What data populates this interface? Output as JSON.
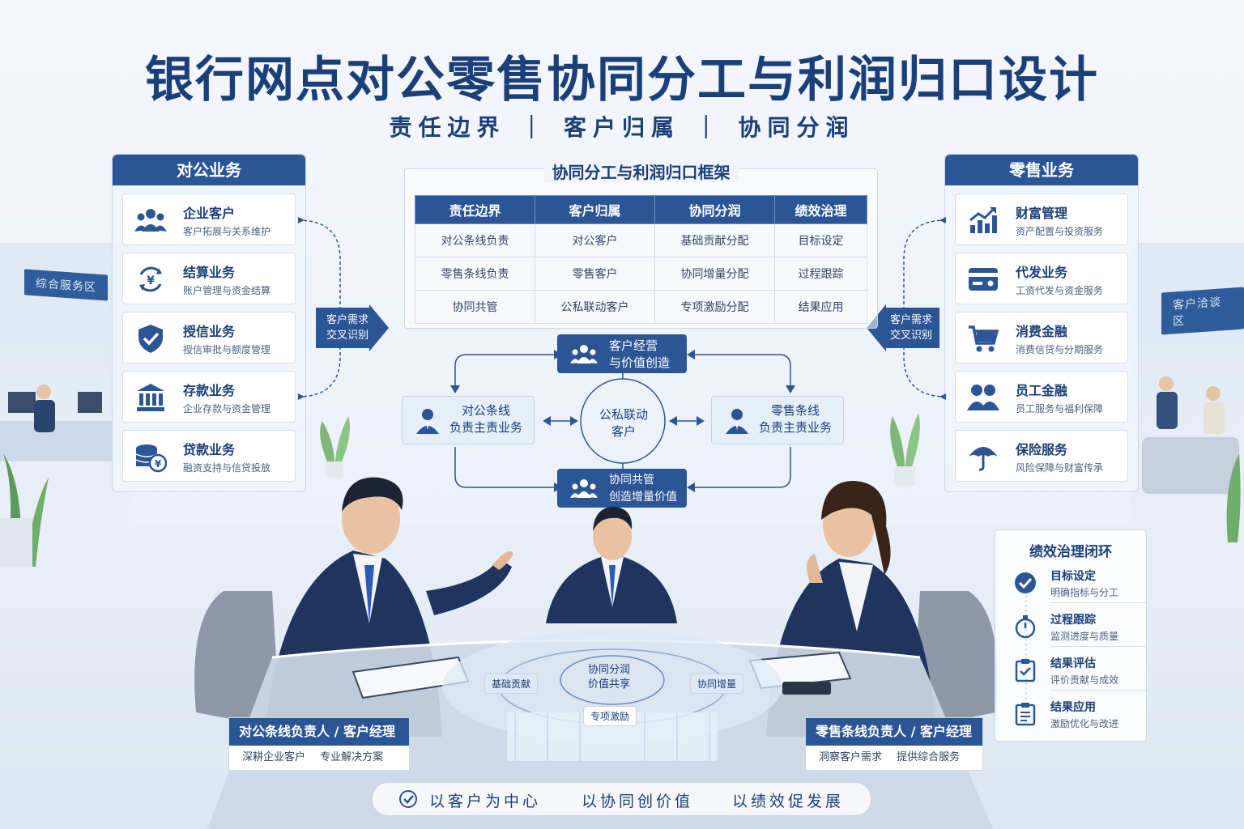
{
  "title": "银行网点对公零售协同分工与利润归口设计",
  "subtitle": "责任边界 ｜ 客户归属 ｜ 协同分润",
  "scene_signs": {
    "left": "综合服务区",
    "right": "客户洽谈区"
  },
  "corporate_panel": {
    "header": "对公业务",
    "items": [
      {
        "title": "企业客户",
        "desc": "客户拓展与关系维护",
        "icon": "people-group-icon"
      },
      {
        "title": "结算业务",
        "desc": "账户管理与资金结算",
        "icon": "settlement-cycle-icon"
      },
      {
        "title": "授信业务",
        "desc": "授信审批与额度管理",
        "icon": "shield-check-icon"
      },
      {
        "title": "存款业务",
        "desc": "企业存款与资金管理",
        "icon": "bank-building-icon"
      },
      {
        "title": "贷款业务",
        "desc": "融资支持与信贷投放",
        "icon": "coin-stack-icon"
      }
    ]
  },
  "retail_panel": {
    "header": "零售业务",
    "items": [
      {
        "title": "财富管理",
        "desc": "资产配置与投资服务",
        "icon": "growth-chart-icon"
      },
      {
        "title": "代发业务",
        "desc": "工资代发与资金服务",
        "icon": "card-icon"
      },
      {
        "title": "消费金融",
        "desc": "消费信贷与分期服务",
        "icon": "shopping-cart-icon"
      },
      {
        "title": "员工金融",
        "desc": "员工服务与福利保障",
        "icon": "two-people-icon"
      },
      {
        "title": "保险服务",
        "desc": "风险保障与财富传承",
        "icon": "umbrella-icon"
      }
    ]
  },
  "flow_arrows": {
    "left": "客户需求\n交叉识别",
    "right": "客户需求\n交叉识别"
  },
  "framework": {
    "title": "协同分工与利润归口框架",
    "headers": [
      "责任边界",
      "客户归属",
      "协同分润",
      "绩效治理"
    ],
    "rows": [
      [
        "对公条线负责",
        "对公客户",
        "基础贡献分配",
        "目标设定"
      ],
      [
        "零售条线负责",
        "零售客户",
        "协同增量分配",
        "过程跟踪"
      ],
      [
        "协同共管",
        "公私联动客户",
        "专项激励分配",
        "结果应用"
      ]
    ]
  },
  "center_flow": {
    "top": "客户经营\n与价值创造",
    "left": "对公条线\n负责主责业务",
    "center": "公私联动\n客户",
    "right": "零售条线\n负责主责业务",
    "bottom": "协同共管\n创造增量价值"
  },
  "hologram": {
    "center": "协同分润\n价值共享",
    "left": "基础贡献",
    "right": "协同增量",
    "bottom": "专项激励"
  },
  "roles": {
    "left": {
      "title": "对公条线负责人 / 客户经理",
      "desc": "深耕企业客户 专业解决方案"
    },
    "right": {
      "title": "零售条线负责人 / 客户经理",
      "desc": "洞察客户需求 提供综合服务"
    }
  },
  "performance": {
    "title": "绩效治理闭环",
    "steps": [
      {
        "name": "目标设定",
        "desc": "明确指标与分工",
        "icon": "check-circle-icon"
      },
      {
        "name": "过程跟踪",
        "desc": "监测进度与质量",
        "icon": "stopwatch-icon"
      },
      {
        "name": "结果评估",
        "desc": "评价贡献与成效",
        "icon": "clipboard-check-icon"
      },
      {
        "name": "结果应用",
        "desc": "激励优化与改进",
        "icon": "clipboard-list-icon"
      }
    ]
  },
  "slogans": [
    "以客户为中心",
    "以协同创价值",
    "以绩效促发展"
  ],
  "colors": {
    "primary": "#2c5596",
    "title": "#1b3f78",
    "background": "#eef3fa"
  }
}
